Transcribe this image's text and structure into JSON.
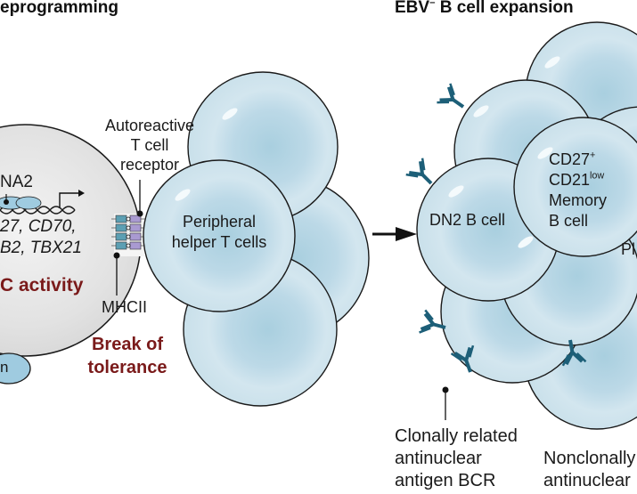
{
  "panels": {
    "left_title": "eprogramming",
    "right_title_main": "EBV",
    "right_title_sup": "–",
    "right_title_rest": " B cell expansion"
  },
  "left": {
    "nucleus_factor_label": "NA2",
    "genes_line1": "27, CD70,",
    "genes_line2": "B2, TBX21",
    "activity_label": "C activity",
    "small_oval_label": "n",
    "tcr_label_line1": "Autoreactive",
    "tcr_label_line2": "T cell",
    "tcr_label_line3": "receptor",
    "mhc_label": "MHCII",
    "break_line1": "Break of",
    "break_line2": "tolerance",
    "t_cell_label_line1": "Peripheral",
    "t_cell_label_line2": "helper T cells"
  },
  "right": {
    "dn2_label": "DN2 B cell",
    "memory_line1_main": "CD27",
    "memory_line1_sup": "+",
    "memory_line2_main": "CD21",
    "memory_line2_sup": "low",
    "memory_line3": "Memory",
    "memory_line4": "B cell",
    "plasma_partial": "Pl",
    "bcr_label_line1": "Clonally related",
    "bcr_label_line2": "antinuclear",
    "bcr_label_line3": "antigen BCR",
    "nonclonal_line1": "Nonclonally",
    "nonclonal_line2": "antinuclear"
  },
  "colors": {
    "cell_fill": "#cfe4ee",
    "cell_core": "#a9cfdf",
    "cell_stroke": "#1a1a1a",
    "gray_cell": "#e4e4e4",
    "antibody": "#1d5f78",
    "accent_red": "#7a1a1a",
    "oval_blue": "#9fcbe0"
  }
}
